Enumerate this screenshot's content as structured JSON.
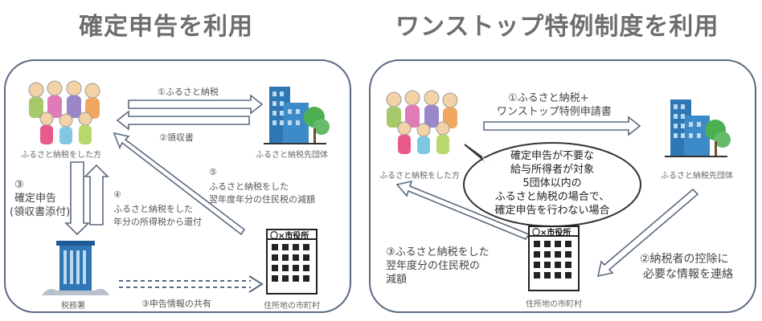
{
  "left": {
    "title": "確定申告を利用",
    "arrow1": "①ふるさと納税",
    "arrow2": "②領収書",
    "donor_caption": "ふるさと納税をした方",
    "target_caption": "ふるさと納税先団体",
    "step3_num": "③",
    "step3_line1": "確定申告",
    "step3_line2": "(領収書添付)",
    "step4_num": "④",
    "step4_line1": "ふるさと納税をした",
    "step4_line2": "年分の所得税から還付",
    "step5_num": "⑤",
    "step5_line1": "ふるさと納税をした",
    "step5_line2": "翌年度年分の住民税の減額",
    "tax_office_caption": "税務署",
    "share_label": "③申告情報の共有",
    "city_sign": "〇×市役所",
    "city_caption": "住所地の市町村"
  },
  "right": {
    "title": "ワンストップ特例制度を利用",
    "arrow1_line1": "①ふるさと納税+",
    "arrow1_line2": "ワンストップ特例申請書",
    "donor_caption": "ふるさと納税をした方",
    "target_caption": "ふるさと納税先団体",
    "bubble": [
      "確定申告が不要な",
      "給与所得者が対象",
      "5団体以内の",
      "ふるさと納税の場合で、",
      "確定申告を行わない場合"
    ],
    "step3_line1": "③ふるさと納税をした",
    "step3_line2": "翌年度分の住民税の",
    "step3_line3": "減額",
    "step2_line1": "②納税者の控除に",
    "step2_line2": "必要な情報を連絡",
    "city_sign": "〇×市役所",
    "city_caption": "住所地の市町村"
  }
}
